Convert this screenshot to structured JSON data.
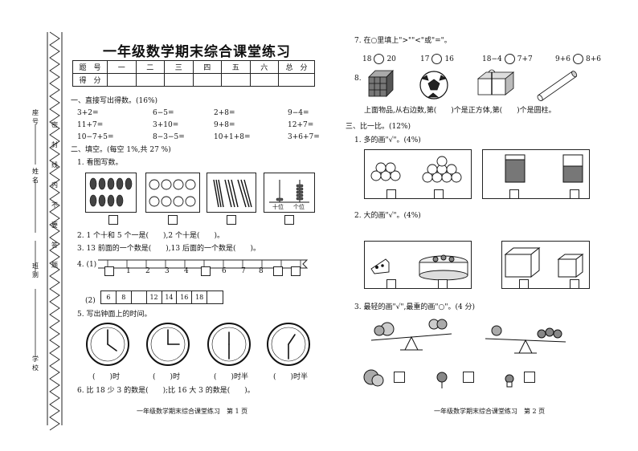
{
  "binding": {
    "labels": [
      "座号",
      "姓名",
      "班别",
      "学校"
    ],
    "seal_chars": [
      "密",
      "封",
      "线",
      "内",
      "不",
      "要",
      "答",
      "题"
    ]
  },
  "title": "一年级数学期末综合课堂练习",
  "score_table": {
    "headers": [
      "题　号",
      "一",
      "二",
      "三",
      "四",
      "五",
      "六",
      "总　分"
    ],
    "row_label": "得　分"
  },
  "section1": {
    "heading": "一、直接写出得数。(16%)",
    "rows": [
      [
        "3+2=",
        "6−5=",
        "2+8=",
        "9−4="
      ],
      [
        "11+7=",
        "3+10=",
        "9+8=",
        "12+7="
      ],
      [
        "10−7+5=",
        "8−3−5=",
        "10+1+8=",
        "3+6+7="
      ]
    ]
  },
  "section2": {
    "heading": "二、填空。(每空 1%,共 27 %)",
    "q1": "1. 看图写数。",
    "abacus_labels": [
      "十位",
      "个位"
    ],
    "q2": "2. 1 个十和 5 个一是(　　),2 个十是(　　)。",
    "q3": "3. 13 前面的一个数是(　　),13 后面的一个数是(　　)。",
    "q4_label": "4. (1)",
    "q4_numbers": [
      "1",
      "2",
      "3",
      "4",
      "6",
      "7",
      "8"
    ],
    "q4b_label": "(2)",
    "q4b_cells": [
      "6",
      "8",
      "",
      "12",
      "14",
      "16",
      "18",
      ""
    ],
    "q5": "5. 写出钟面上的时间。",
    "clock_answers": [
      "(　　)时",
      "(　　)时",
      "(　　)时半",
      "(　　)时半"
    ],
    "q6": "6. 比 18 少 3 的数是(　　);比 16 大 3 的数是(　　)。"
  },
  "footer_left": "一年级数学期末综合课堂练习　第 1 页",
  "q7": {
    "text": "7. 在○里填上\">\"\"<\"或\"=\"。",
    "items": [
      [
        "18",
        "20"
      ],
      [
        "17",
        "16"
      ],
      [
        "18−4",
        "7+7"
      ],
      [
        "9+6",
        "8+6"
      ]
    ]
  },
  "q8": {
    "label": "8.",
    "text": "上面物品,从右边数,第(　　)个是正方体,第(　　)个是圆柱。"
  },
  "section3": {
    "heading": "三、比一比。(12%)",
    "q1": "1. 多的画\"√\"。(4%)",
    "q2": "2. 大的画\"√\"。(4%)",
    "q3": "3. 最轻的画\"√\",最重的画\"○\"。(4 分)"
  },
  "footer_right": "一年级数学期末综合课堂练习　第 2 页"
}
